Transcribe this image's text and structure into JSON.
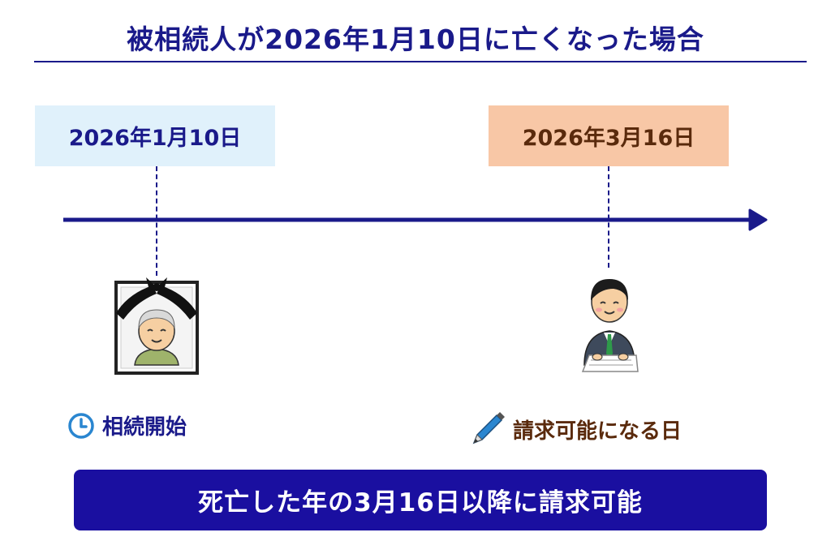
{
  "title": "被相続人が2026年1月10日に亡くなった場合",
  "start": {
    "date": "2026年1月10日",
    "label": "相続開始",
    "icon": "clock-icon"
  },
  "end": {
    "date": "2026年3月16日",
    "label": "請求可能になる日",
    "icon": "pen-icon"
  },
  "summary": "死亡した年の3月16日以降に請求可能",
  "colors": {
    "primary": "#1a1a8a",
    "banner": "#1a0fa0",
    "start_box": "#e0f1fb",
    "end_box": "#f8c7a6",
    "end_text": "#5a2a0c"
  }
}
